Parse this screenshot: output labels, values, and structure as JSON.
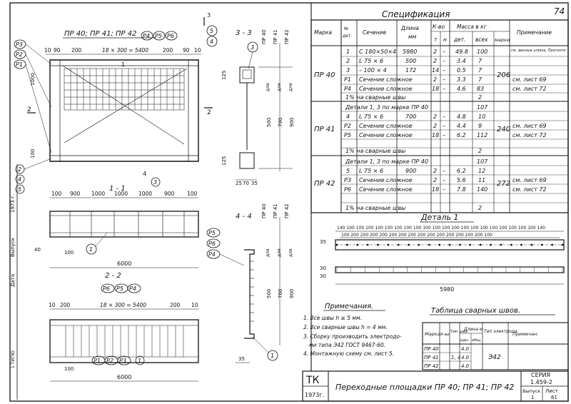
{
  "sheet": {
    "page_number": "74"
  },
  "views": {
    "plan_title": "ПР 40; ПР 41; ПР 42",
    "section_1_1": "1 - 1",
    "section_2_2": "2 - 2",
    "section_3_3": "3 - 3",
    "section_4_4": "4 - 4",
    "dim_top": [
      "10",
      "90",
      "200",
      "18 × 300 = 5400",
      "200",
      "90",
      "10"
    ],
    "dim_mid": [
      "100",
      "900",
      "1000",
      "1000",
      "1000",
      "900",
      "100"
    ],
    "dim_2_2": [
      "10",
      "200",
      "18 × 300 = 5400",
      "200",
      "10"
    ],
    "overall_length": "6000",
    "callouts": [
      "Р3",
      "Р2",
      "Р1",
      "Р4",
      "Р5",
      "Р6",
      "1",
      "2",
      "3",
      "4",
      "5"
    ],
    "heights_3_3": [
      "125",
      "500",
      "700",
      "900"
    ],
    "heights_4_4": [
      "500",
      "700",
      "900"
    ],
    "types_3_3": [
      "ПР 40",
      "ПР 41",
      "ПР 42"
    ],
    "types_4_4": [
      "ПР 40",
      "ПР 41",
      "ПР 42"
    ],
    "for_label": "для",
    "bottom_dims_3_3": [
      "25",
      "70",
      "35"
    ],
    "detail_dim_4_4": "35"
  },
  "spec": {
    "title": "Спецификация",
    "headers": {
      "mark": "Марка",
      "no": "№ дет.",
      "section": "Сечение",
      "length": "Длина мм",
      "qty": "К-во",
      "qty_t": "т",
      "qty_n": "н",
      "mass": "Масса в кг",
      "mass_det": "дет.",
      "mass_all": "всех",
      "mass_mark": "марки",
      "note": "Примечание"
    },
    "groups": [
      {
        "mark": "ПР 40",
        "mass_mark": "206",
        "rows": [
          {
            "no": "1",
            "section": "С 180×50×4",
            "length": "5980",
            "t": "2",
            "n": "–",
            "det": "49.8",
            "all": "100",
            "note": "см. данные упрощ. Прогонги"
          },
          {
            "no": "2",
            "section": "L 75 × 6",
            "length": "500",
            "t": "2",
            "n": "–",
            "det": "3.4",
            "all": "7",
            "note": ""
          },
          {
            "no": "3",
            "section": "– 100 × 4",
            "length": "172",
            "t": "14",
            "n": "–",
            "det": "0.5",
            "all": "7",
            "note": ""
          },
          {
            "no": "Р1",
            "section": "Сечение сложное",
            "length": "",
            "t": "2",
            "n": "–",
            "det": "3.3",
            "all": "7",
            "note": "см. лист 69"
          },
          {
            "no": "Р4",
            "section": "Сечение сложное",
            "length": "",
            "t": "18",
            "n": "–",
            "det": "4.6",
            "all": "83",
            "note": "см. лист 72"
          }
        ],
        "welds": "1% на сварные швы",
        "welds_mass": "2"
      },
      {
        "mark": "ПР 41",
        "mass_mark": "240",
        "rows": [
          {
            "no": "",
            "section": "Детали 1, 3 по марке ПР 40",
            "length": "",
            "t": "",
            "n": "",
            "det": "",
            "all": "107",
            "note": ""
          },
          {
            "no": "4",
            "section": "L 75 × 6",
            "length": "700",
            "t": "2",
            "n": "–",
            "det": "4.8",
            "all": "10",
            "note": ""
          },
          {
            "no": "Р2",
            "section": "Сечение сложное",
            "length": "",
            "t": "2",
            "n": "–",
            "det": "4.4",
            "all": "9",
            "note": "см. лист 69"
          },
          {
            "no": "Р5",
            "section": "Сечение сложное",
            "length": "",
            "t": "18",
            "n": "–",
            "det": "6.2",
            "all": "112",
            "note": "см. лист 72"
          }
        ],
        "welds": "1% на сварные швы",
        "welds_mass": "2"
      },
      {
        "mark": "ПР 42",
        "mass_mark": "272",
        "rows": [
          {
            "no": "",
            "section": "Детали 1, 3 по марке ПР 40",
            "length": "",
            "t": "",
            "n": "",
            "det": "",
            "all": "107",
            "note": ""
          },
          {
            "no": "5",
            "section": "L 75 × 6",
            "length": "900",
            "t": "2",
            "n": "–",
            "det": "6.2",
            "all": "12",
            "note": ""
          },
          {
            "no": "Р3",
            "section": "Сечение сложное",
            "length": "",
            "t": "2",
            "n": "–",
            "det": "5.6",
            "all": "11",
            "note": "см. лист 69"
          },
          {
            "no": "Р6",
            "section": "Сечение сложное",
            "length": "",
            "t": "18",
            "n": "–",
            "det": "7.8",
            "all": "140",
            "note": "см. лист 72"
          }
        ],
        "welds": "1% на сварные швы",
        "welds_mass": "2"
      }
    ]
  },
  "detail1": {
    "title": "Деталь 1",
    "spacing_top": [
      "140",
      "100",
      "100",
      "100",
      "100",
      "100",
      "100",
      "100",
      "100",
      "100",
      "100",
      "100",
      "100",
      "100",
      "100",
      "100",
      "100",
      "100",
      "100",
      "100",
      "100",
      "140"
    ],
    "spacing_bottom": [
      "100",
      "200",
      "200",
      "200",
      "200",
      "200",
      "200",
      "200",
      "200",
      "200",
      "200",
      "200",
      "200",
      "200",
      "200",
      "100"
    ],
    "left_dims": [
      "35",
      "30",
      "30"
    ],
    "length": "5980"
  },
  "notes": {
    "title": "Примечания.",
    "items": [
      "1. Все швы h ≥ 5 мм.",
      "2. Все сварные швы h = 4 мм.",
      "3. Сборку производить электродами типа Э42 ГОСТ 9467-60.",
      "4. Монтажную схему см. лист 5."
    ]
  },
  "welds": {
    "title": "Таблица сварных швов.",
    "headers": {
      "mark": "Марка",
      "qty": "К-во",
      "type": "Тип шва",
      "length": "Длина м",
      "one": "одн.",
      "total": "общ.",
      "electrode": "Тип электрода",
      "note": "Примечан."
    },
    "rows": [
      {
        "mark": "ПР 40",
        "length": "4.0"
      },
      {
        "mark": "ПР 41",
        "length": "4.0"
      },
      {
        "mark": "ПР 42",
        "length": "4.0"
      }
    ],
    "type": "1, 4",
    "electrode": "Э42"
  },
  "title_block": {
    "org": "ТК",
    "year": "1973г.",
    "title": "Переходные площадки ПР 40; ПР 41; ПР 42",
    "series_label": "СЕРИЯ",
    "series": "1.459-2",
    "issue_label": "Выпуск",
    "issue": "1",
    "sheet_label": "Лист",
    "sheet": "61"
  },
  "margin": {
    "texts": [
      "1973 г.",
      "Дата",
      "Выпуск",
      "1 ТИПЮ"
    ]
  }
}
